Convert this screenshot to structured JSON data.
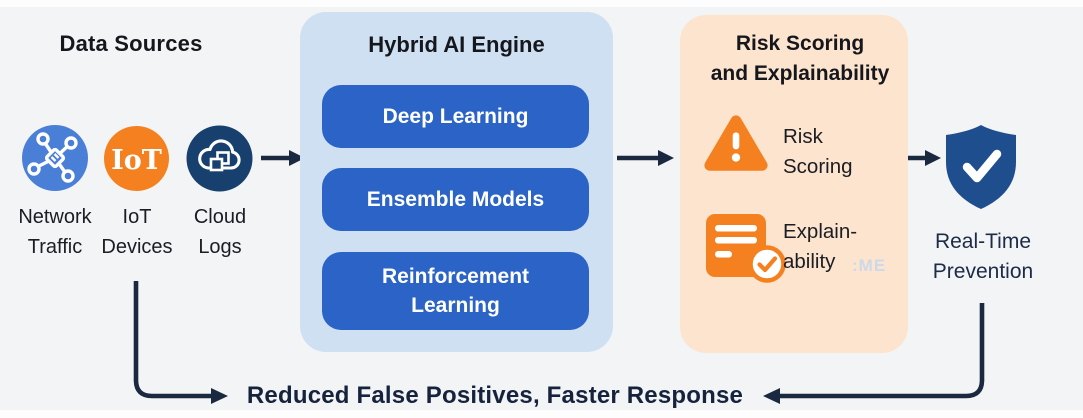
{
  "colors": {
    "background": "#f3f4f6",
    "arrow": "#1b2940",
    "engine_box": "#cfe0f3",
    "engine_button": "#2b63c6",
    "risk_box": "#fce4cf",
    "orange": "#f5801f",
    "network_blue": "#4a7fd8",
    "cloud_navy": "#17406e",
    "shield_navy": "#1f4e8e",
    "watermark": "#cdd9e9"
  },
  "data_sources": {
    "title": "Data Sources",
    "items": [
      {
        "icon": "network-icon",
        "label_line1": "Network",
        "label_line2": "Traffic"
      },
      {
        "icon": "iot-icon",
        "icon_text": "IoT",
        "label_line1": "IoT",
        "label_line2": "Devices"
      },
      {
        "icon": "cloud-icon",
        "label_line1": "Cloud",
        "label_line2": "Logs"
      }
    ]
  },
  "hybrid_engine": {
    "title": "Hybrid AI Engine",
    "models": [
      "Deep Learning",
      "Ensemble Models",
      "Reinforcement Learning"
    ]
  },
  "risk_scoring": {
    "title_line1": "Risk Scoring",
    "title_line2": "and Explainability",
    "items": [
      {
        "icon": "warning-triangle-icon",
        "label_line1": "Risk",
        "label_line2": "Scoring"
      },
      {
        "icon": "report-check-icon",
        "label_line1": "Explain-",
        "label_line2": "ability"
      }
    ],
    "watermark": ":ME"
  },
  "prevention": {
    "icon": "shield-check-icon",
    "label_line1": "Real-Time",
    "label_line2": "Prevention"
  },
  "footer": {
    "label": "Reduced False Positives, Faster Response"
  }
}
